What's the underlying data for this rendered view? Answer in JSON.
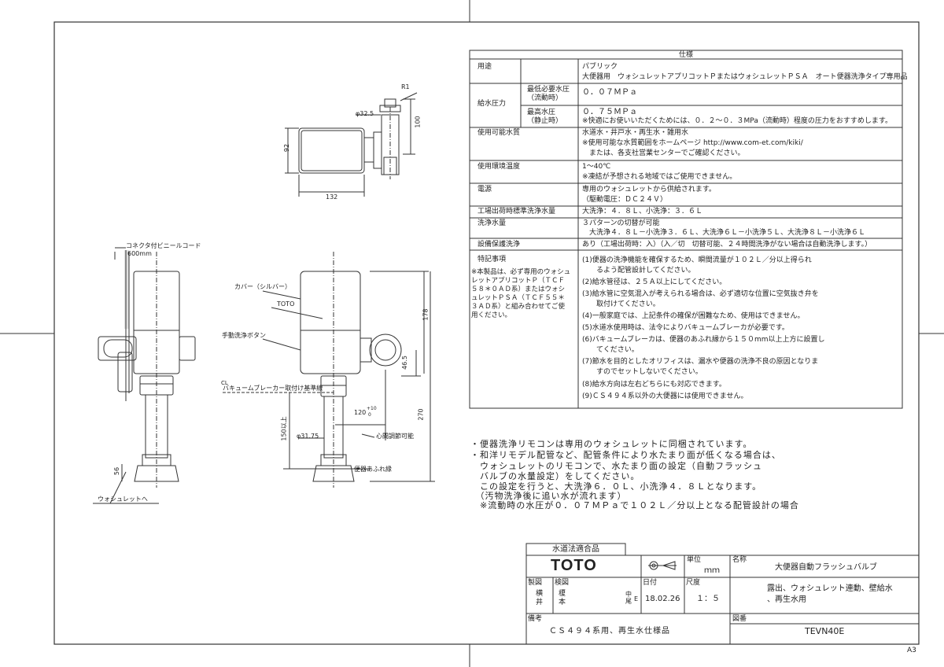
{
  "spec": {
    "title": "仕様",
    "rows": [
      {
        "label": "用途",
        "lines": [
          "パブリック",
          "大便器用　ウォシュレットアプリコットＰまたはウォシュレットＰＳＡ　オート便器洗浄タイプ専用品"
        ]
      },
      {
        "label": "給水圧力",
        "sub": [
          {
            "label": [
              "最低必要水圧",
              "（流動時）"
            ],
            "lines": [
              "０．０７ＭＰａ"
            ]
          },
          {
            "label": [
              "最高水圧",
              "（静止時）"
            ],
            "lines": [
              "０．７５ＭＰａ",
              "※快適にお使いいただくためには、０．２～０．３MPa（流動時）程度の圧力をおすすめします。"
            ]
          }
        ]
      },
      {
        "label": "使用可能水質",
        "lines": [
          "水道水・井戸水・再生水・雑用水",
          "※使用可能な水質範囲をホームページ http://www.com-et.com/kiki/",
          "　または、各支社営業センターでご確認ください。"
        ]
      },
      {
        "label": "使用環境温度",
        "lines": [
          "1～40℃",
          "※凍結が予想される地域ではご使用できません。"
        ]
      },
      {
        "label": "電源",
        "lines": [
          "専用のウォシュレットから供給されます。",
          "（駆動電圧：ＤＣ２４Ｖ）"
        ]
      },
      {
        "label": "工場出荷時標準洗浄水量",
        "lines": [
          "大洗浄：４．８Ｌ、小洗浄：３．６Ｌ"
        ]
      },
      {
        "label": "洗浄水量",
        "lines": [
          "３パターンの切替が可能",
          "　大洗浄４．８Ｌ－小洗浄３．６Ｌ、大洗浄６Ｌ－小洗浄５Ｌ、大洗浄８Ｌ－小洗浄６Ｌ"
        ]
      },
      {
        "label": "設備保護洗浄",
        "lines": [
          "あり（工場出荷時：入）（入／切　切替可能、２４時間洗浄がない場合は自動洗浄します。）"
        ]
      },
      {
        "label": "特記事項",
        "labelNote": [
          "※本製品は、必ず専用のウォシュ",
          "レットアプリコットＰ（ＴＣＦ",
          "５８＊０ＡＤ系）またはウォシ",
          "ュレットＰＳＡ（ＴＣＦ５５＊",
          "３ＡＤ系）と組み合わせてご使",
          "用ください。"
        ],
        "lines": [
          "(1)便器の洗浄機能を確保するため、瞬間流量が１０２Ｌ／分以上得られ",
          "　　るよう配管設計してください。",
          "(2)給水管径は、２５Ａ以上にしてください。",
          "(3)給水管に空気混入が考えられる場合は、必ず適切な位置に空気抜き弁を",
          "　　取付けてください。",
          "(4)一般家庭では、上記条件の確保が困難なため、使用はできません。",
          "(5)水道水使用時は、法令によりバキュームブレーカが必要です。",
          "(6)バキュームブレーカは、便器のあふれ縁から１５０mm以上上方に設置し",
          "　　てください。",
          "(7)節水を目的としたオリフィスは、漏水や便器の洗浄不良の原因となりま",
          "　　すのでセットしないでください。",
          "(8)給水方向は左右どちらにも対応できます。",
          "(9)ＣＳ４９４系以外の大便器には使用できません。"
        ]
      }
    ]
  },
  "notes": [
    "・便器洗浄リモコンは専用のウォシュレットに同梱されています。",
    "・和洋リモデル配管など、配管条件により水たまり面が低くなる場合は、",
    "　ウォシュレットのリモコンで、水たまり面の設定（自動フラッシュ",
    "　バルブの水量設定）をしてください。",
    "　この設定を行うと、大洗浄６．０Ｌ、小洗浄４．８Ｌとなります。",
    "　（汚物洗浄後に追い水が流れます）",
    "　※流動時の水圧が０．０７ＭＰａで１０２Ｌ／分以上となる配管設計の場合"
  ],
  "drawing": {
    "top_view": {
      "dims": [
        "R1",
        "φ32.5",
        "100",
        "92",
        "132"
      ]
    },
    "side_view": {
      "labels": [
        "コネクタ付ビニールコード",
        "600mm",
        "ウォシュレットへ",
        "56"
      ]
    },
    "front_view": {
      "labels": [
        "カバー（シルバー）",
        "TOTO",
        "手動洗浄ボタン",
        "バキュームブレーカー取付け基準線",
        "CL",
        "120",
        "+10",
        "0",
        "心間調節可能",
        "φ31.75",
        "150以上",
        "便器あふれ縁",
        "178",
        "270",
        "46.5"
      ]
    }
  },
  "title_block": {
    "cert": "水道法適合品",
    "logo": "TOTO",
    "unit_label": "単位",
    "unit": "ｍｍ",
    "name_label": "名称",
    "name": "大便器自動フラッシュバルブ",
    "made_label": "製図",
    "made_names": [
      "横",
      "井"
    ],
    "check_label": "検図",
    "check_names": [
      "榎",
      "本"
    ],
    "stamp_a": "中尾",
    "stamp_b": "E",
    "date_label": "日付",
    "date": "18.02.26",
    "scale_label": "尺度",
    "scale": "１：５",
    "desc": [
      "露出、ウォシュレット連動、壁給水",
      "、再生水用"
    ],
    "remarks_label": "備考",
    "remarks": "ＣＳ４９４系用、再生水仕様品",
    "drawno_label": "図番",
    "drawno": "TEVN40E"
  },
  "sheet": "A3"
}
